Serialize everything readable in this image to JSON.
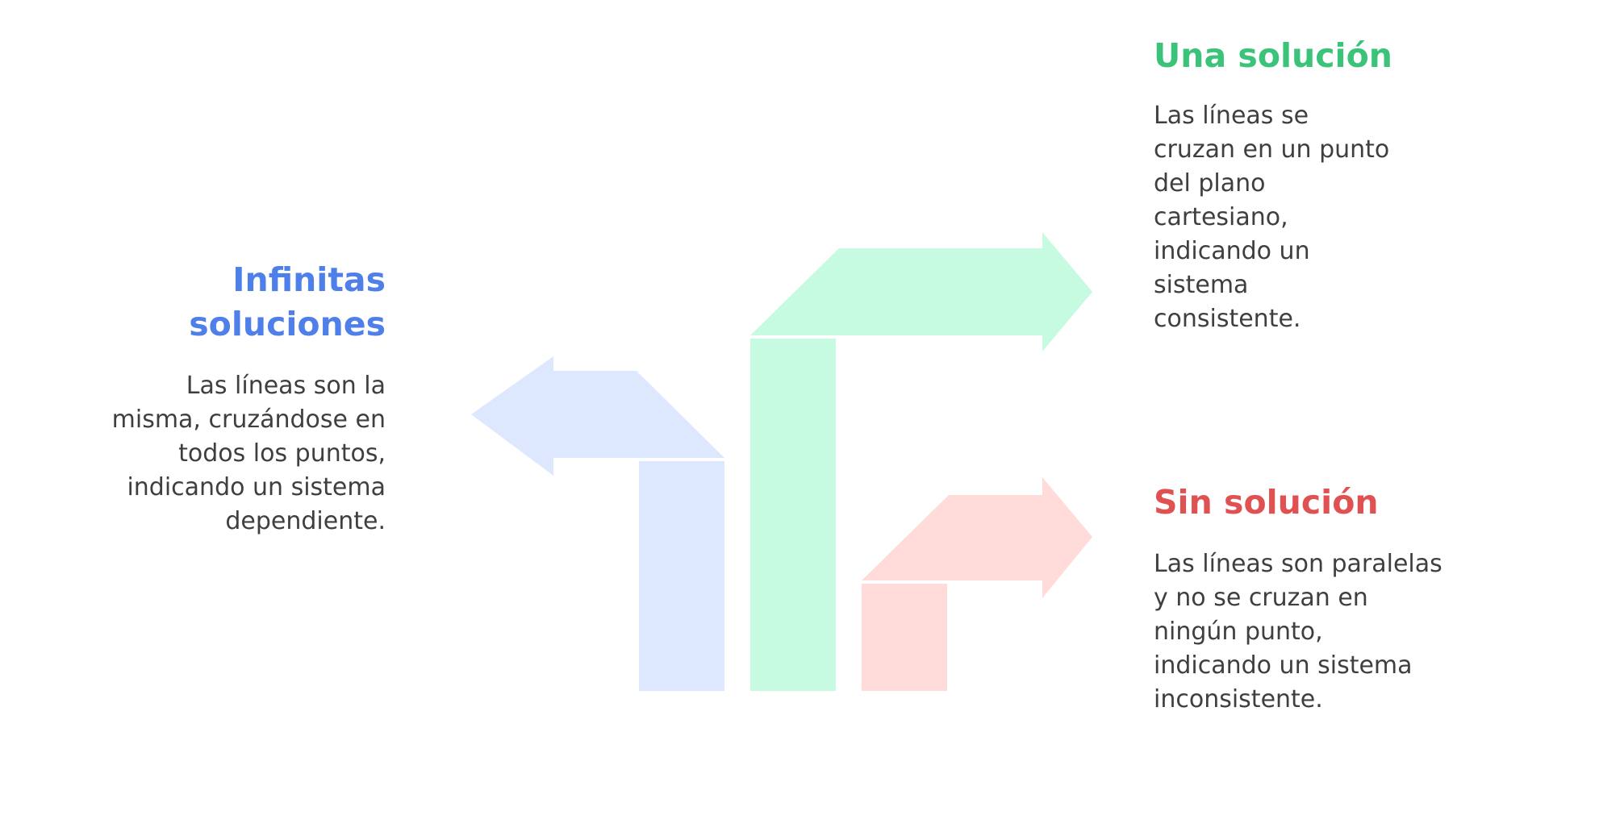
{
  "colors": {
    "una_accent": "#3cc37a",
    "una_fill": "#c6fbe1",
    "infinitas_accent": "#4f7fe8",
    "infinitas_fill": "#dde8ff",
    "sin_accent": "#e05252",
    "sin_fill": "#ffdcd9",
    "text": "#3f3f3f"
  },
  "items": {
    "una": {
      "title": "Una solución",
      "description": "Las líneas se cruzan en un punto del plano cartesiano, indicando un sistema consistente."
    },
    "infinitas": {
      "title": "Infinitas soluciones",
      "description": "Las líneas son la misma, cruzándose en todos los puntos, indicando un sistema dependiente."
    },
    "sin": {
      "title": "Sin solución",
      "description": "Las líneas son paralelas y no se cruzan en ningún punto, indicando un sistema inconsistente."
    }
  }
}
